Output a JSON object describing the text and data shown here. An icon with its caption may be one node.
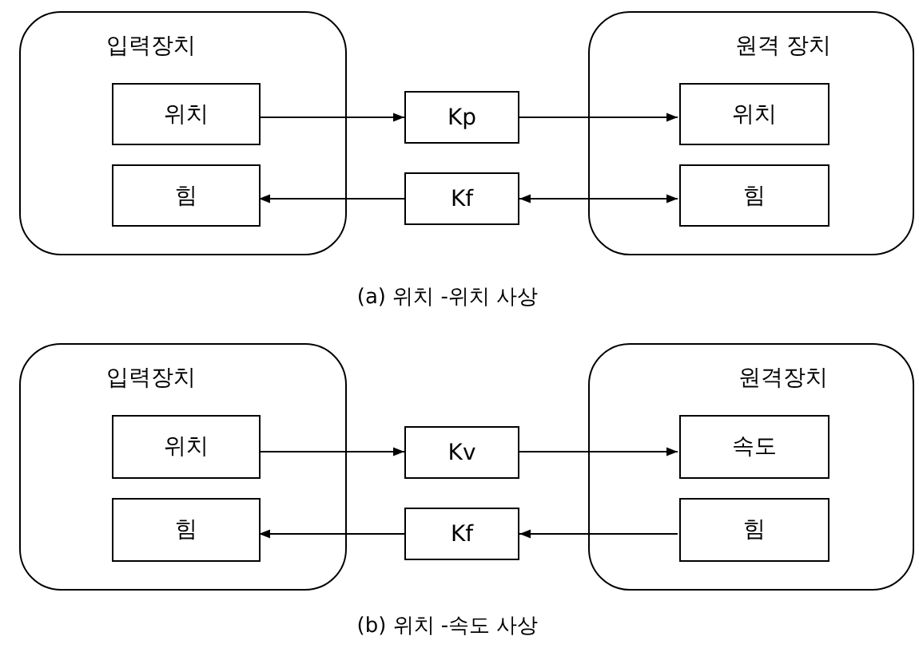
{
  "diagram": {
    "nodes": [
      {
        "text": [
          "입력장치"
        ]
      },
      {
        "text": [
          "위치"
        ],
        "in": 0
      },
      {
        "text": [
          "힘"
        ],
        "in": 0
      },
      {
        "text": [
          "Kp"
        ]
      },
      {
        "text": [
          "Kf"
        ]
      },
      {
        "text": [
          "원격 장치"
        ]
      },
      {
        "text": [
          "위치"
        ],
        "in": 5
      },
      {
        "text": [
          "힘"
        ],
        "in": 5
      },
      {
        "text": [
          "입력장치"
        ]
      },
      {
        "text": [
          "위치"
        ],
        "in": 8
      },
      {
        "text": [
          "힘"
        ],
        "in": 8
      },
      {
        "text": [
          "Kv"
        ]
      },
      {
        "text": [
          "Kf"
        ]
      },
      {
        "text": [
          "원격장치"
        ]
      },
      {
        "text": [
          "속도"
        ],
        "in": 13
      },
      {
        "text": [
          "힘"
        ],
        "in": 13
      }
    ],
    "edges": [
      {
        "from": 1,
        "to": 3,
        "arrow": "to"
      },
      {
        "from": 3,
        "to": 6,
        "arrow": "to"
      },
      {
        "from": 4,
        "to": 2,
        "arrow": "to"
      },
      {
        "from": 7,
        "to": 4,
        "arrow": "both"
      },
      {
        "from": 9,
        "to": 11,
        "arrow": "to"
      },
      {
        "from": 11,
        "to": 14,
        "arrow": "to"
      },
      {
        "from": 12,
        "to": 10,
        "arrow": "to"
      },
      {
        "from": 15,
        "to": 12,
        "arrow": "to"
      }
    ],
    "labels": [
      "(a) 위치 -위치 사상",
      "(b) 위치 -속도 사상"
    ]
  }
}
